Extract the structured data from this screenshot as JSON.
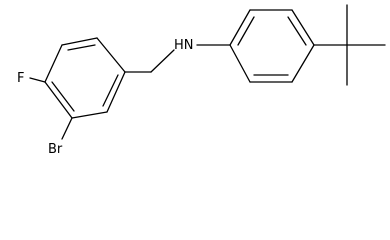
{
  "diagram": {
    "atoms": {
      "nh": "HN",
      "f": "F",
      "br": "Br"
    },
    "colors": {
      "bond": "#000000",
      "label": "#000000",
      "background": "#ffffff"
    }
  }
}
